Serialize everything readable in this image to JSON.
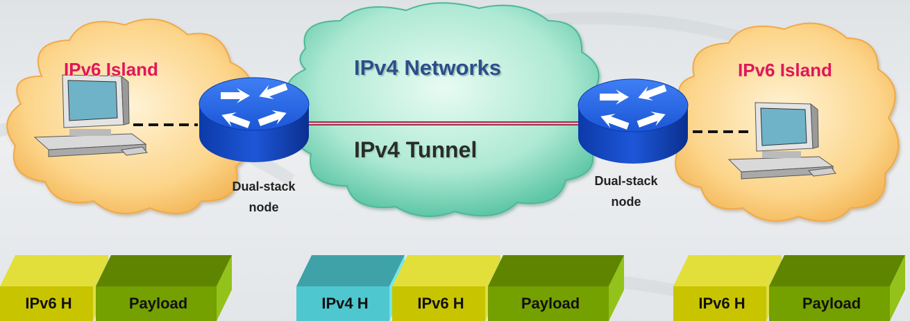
{
  "diagram": {
    "left_island_label": "IPv6 Island",
    "right_island_label": "IPv6 Island",
    "network_label": "IPv4 Networks",
    "tunnel_label": "IPv4 Tunnel",
    "left_node_label": [
      "Dual-stack",
      "node"
    ],
    "right_node_label": [
      "Dual-stack",
      "node"
    ]
  },
  "packets": {
    "left": [
      {
        "label": "IPv6 H",
        "kind": "ipv6"
      },
      {
        "label": "Payload",
        "kind": "payload"
      }
    ],
    "middle": [
      {
        "label": "IPv4 H",
        "kind": "ipv4"
      },
      {
        "label": "IPv6 H",
        "kind": "ipv6"
      },
      {
        "label": "Payload",
        "kind": "payload"
      }
    ],
    "right": [
      {
        "label": "IPv6 H",
        "kind": "ipv6"
      },
      {
        "label": "Payload",
        "kind": "payload"
      }
    ]
  },
  "colors": {
    "island_cloud": "#fcd58a",
    "network_cloud": "#aee9d4",
    "router": "#1f5fe0",
    "island_text": "#e0175a",
    "network_text": "#2e4d8c",
    "ipv6_header": "#c9c400",
    "ipv4_header": "#4ec7cf",
    "payload": "#74a000"
  }
}
